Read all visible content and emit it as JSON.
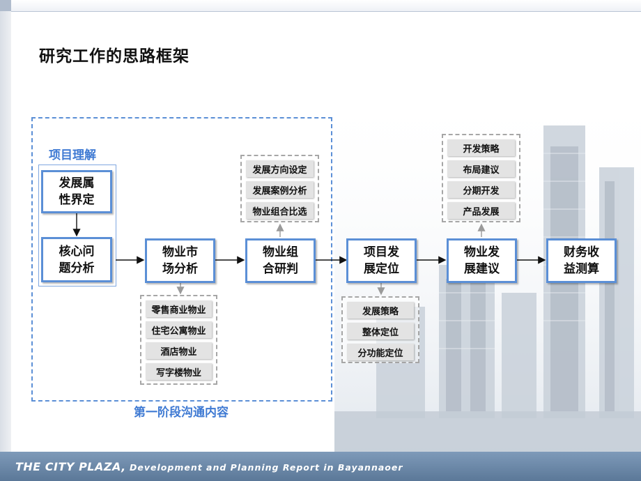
{
  "title": "研究工作的思路框架",
  "stage_label": "第一阶段沟通内容",
  "group_label": "项目理解",
  "boxes": {
    "b1": "发展属\n性界定",
    "b2": "核心问\n题分析",
    "b3": "物业市\n场分析",
    "b4": "物业组\n合研判",
    "b5": "项目发\n展定位",
    "b6": "物业发\n展建议",
    "b7": "财务收\n益测算"
  },
  "panels": {
    "market": [
      "零售商业物业",
      "住宅公寓物业",
      "酒店物业",
      "写字楼物业"
    ],
    "combo": [
      "发展方向设定",
      "发展案例分析",
      "物业组合比选"
    ],
    "positioning": [
      "发展策略",
      "整体定位",
      "分功能定位"
    ],
    "suggestion": [
      "开发策略",
      "布局建议",
      "分期开发",
      "产品发展"
    ]
  },
  "footer": {
    "brand": "THE CITY PLAZA,",
    "subtitle": "Development and Planning Report in Bayannaoer"
  },
  "colors": {
    "accent_blue": "#5b8fd6",
    "label_blue": "#3f7ad3",
    "footer_bg": "#6b89aa"
  }
}
